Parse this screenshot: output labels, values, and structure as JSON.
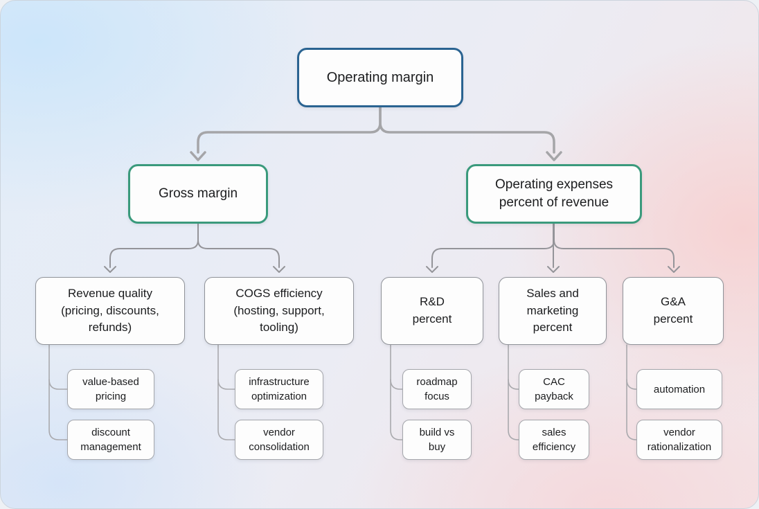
{
  "nodes": {
    "root": {
      "label": "Operating margin"
    },
    "gross": {
      "label": "Gross margin"
    },
    "opex": {
      "label": "Operating expenses\npercent of revenue"
    },
    "revenue_quality": {
      "label": "Revenue quality\n(pricing, discounts,\nrefunds)"
    },
    "cogs_efficiency": {
      "label": "COGS efficiency\n(hosting, support,\ntooling)"
    },
    "rd_percent": {
      "label": "R&D\npercent"
    },
    "sales_marketing_percent": {
      "label": "Sales and\nmarketing\npercent"
    },
    "ga_percent": {
      "label": "G&A\npercent"
    },
    "value_based_pricing": {
      "label": "value-based\npricing"
    },
    "discount_management": {
      "label": "discount\nmanagement"
    },
    "infrastructure_optimization": {
      "label": "infrastructure\noptimization"
    },
    "vendor_consolidation": {
      "label": "vendor\nconsolidation"
    },
    "roadmap_focus": {
      "label": "roadmap\nfocus"
    },
    "build_vs_buy": {
      "label": "build vs\nbuy"
    },
    "cac_payback": {
      "label": "CAC\npayback"
    },
    "sales_efficiency": {
      "label": "sales\nefficiency"
    },
    "automation": {
      "label": "automation"
    },
    "vendor_rationalization": {
      "label": "vendor\nrationalization"
    }
  },
  "colors": {
    "root_border": "#2a6391",
    "branch_border": "#3a9a7c",
    "mid_border": "#8f9298",
    "leaf_border": "#a4a6ab",
    "connector_primary": "#a5a5a8",
    "connector_secondary": "#949499",
    "connector_leaf": "#a9a9ad",
    "node_background": "#fdfdfd",
    "text": "#1b1c1e"
  }
}
